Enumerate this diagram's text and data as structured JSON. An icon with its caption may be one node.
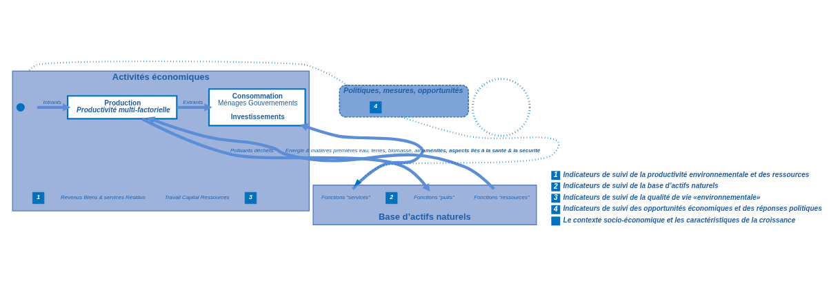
{
  "diagram": {
    "nodes": [
      {
        "text": [
          "Activités économiques"
        ]
      },
      {
        "text": [],
        "shape": "circle",
        "in": 0
      },
      {
        "text": [
          "Consommation",
          "Ménages Gouvernements",
          "Investissements"
        ],
        "in": 0
      },
      {
        "text": [
          "Production",
          "Productivité multi-factorielle"
        ],
        "in": 0
      },
      {
        "text": [
          "3"
        ],
        "in": 0
      },
      {
        "text": [
          "1"
        ],
        "in": 0
      },
      {
        "text": [
          "Politiques, mesures, opportunités"
        ]
      },
      {
        "text": [
          "4"
        ],
        "in": 6
      },
      {
        "text": [
          "Base d’actifs naturels"
        ]
      },
      {
        "text": [
          "Fonctions “services”"
        ],
        "in": 8
      },
      {
        "text": [
          "Fonctions “puits”"
        ],
        "in": 8
      },
      {
        "text": [
          "2"
        ],
        "in": 8
      },
      {
        "text": [
          "Fonctions “ressources”"
        ],
        "in": 8
      },
      {
        "text": [],
        "shape": "circle"
      }
    ],
    "edges": [
      {
        "from": 3,
        "to": 2,
        "arrow": "to",
        "label": "Extrants"
      },
      {
        "from": null,
        "to": 3,
        "arrow": "to",
        "label": "Intrants"
      },
      {
        "from": 3,
        "to": 10,
        "arrow": "to",
        "label": "Polluants déchets"
      },
      {
        "from": 12,
        "to": 3,
        "arrow": "to",
        "label": "Energie & matières premières eau, terres, biomasse, air"
      },
      {
        "from": 9,
        "to": 2,
        "arrow": "to",
        "label": "aménités, aspects liés à la santé & la sécurité"
      },
      {
        "from": 6,
        "to": 0,
        "arrow": "none",
        "style": "dashed",
        "color": "#0070c0"
      },
      {
        "from": 6,
        "to": 8,
        "arrow": "to",
        "style": "dashed",
        "color": "#0070c0"
      }
    ],
    "labels": [
      "Revenus Biens & services Résidus",
      "Travail Capital Ressources",
      "1",
      "2",
      "3",
      "4"
    ],
    "legend": [
      {
        "text": "Indicateurs de suivi de la productivité environnementale et des ressources",
        "color": "#0070c0"
      },
      {
        "text": "Indicateurs de suivi de la base d’actifs naturels",
        "color": "#0070c0"
      },
      {
        "text": "Indicateurs de suivi de la qualité de vie «environnementale»",
        "color": "#0070c0"
      },
      {
        "text": "Indicateurs de suivi des opportunités économiques et des réponses politiques",
        "color": "#0070c0"
      },
      {
        "text": "Le contexte socio-économique et les caractéristiques de la croissance",
        "color": "#0070c0"
      }
    ]
  }
}
